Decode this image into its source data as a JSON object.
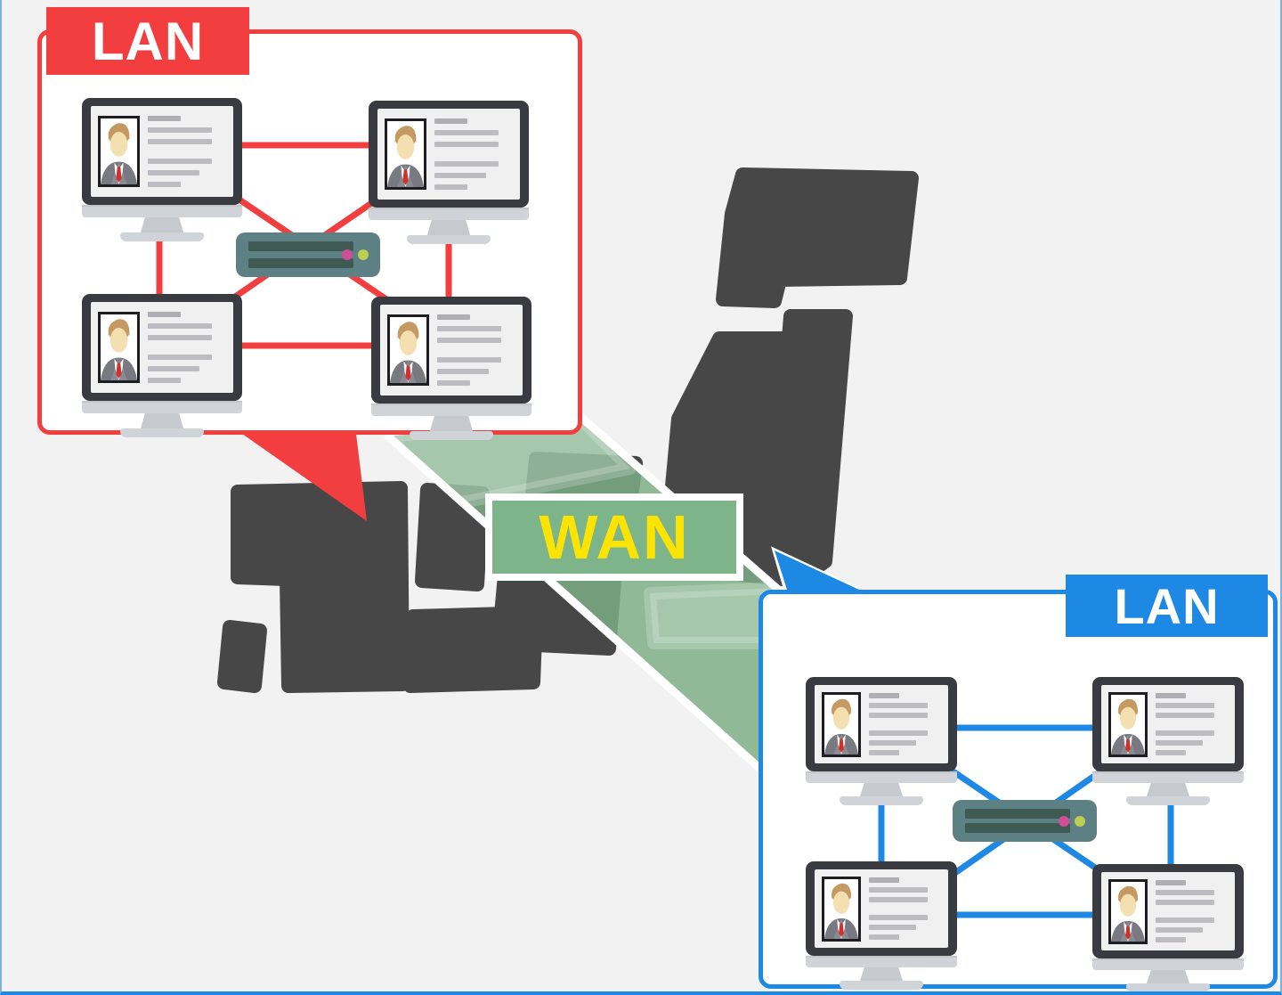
{
  "page": {
    "title": "LAN vs WAN network diagram"
  },
  "labels": {
    "lan_red": "LAN",
    "lan_blue": "LAN",
    "wan": "WAN"
  },
  "colors": {
    "red": "#f23e3e",
    "blue": "#1e88e5",
    "map": "#474747",
    "band": "#7dae87",
    "wan_green": "#7eb48a",
    "yellow": "#fbe403",
    "bg": "#f2f2f3"
  },
  "icons": {
    "workstation": "desktop-monitor-with-id-card",
    "hub": "network-switch-with-leds",
    "map": "japan-map-silhouette",
    "red_pointer": "callout-tail-down",
    "blue_pointer": "callout-tail-up",
    "hub_led_colors": [
      "#cf4f97",
      "#bcce52"
    ]
  },
  "networks": {
    "red_lan": {
      "workstations": 4,
      "hubs": 1,
      "line_color": "#f23e3e"
    },
    "blue_lan": {
      "workstations": 4,
      "hubs": 1,
      "line_color": "#1e88e5"
    }
  }
}
